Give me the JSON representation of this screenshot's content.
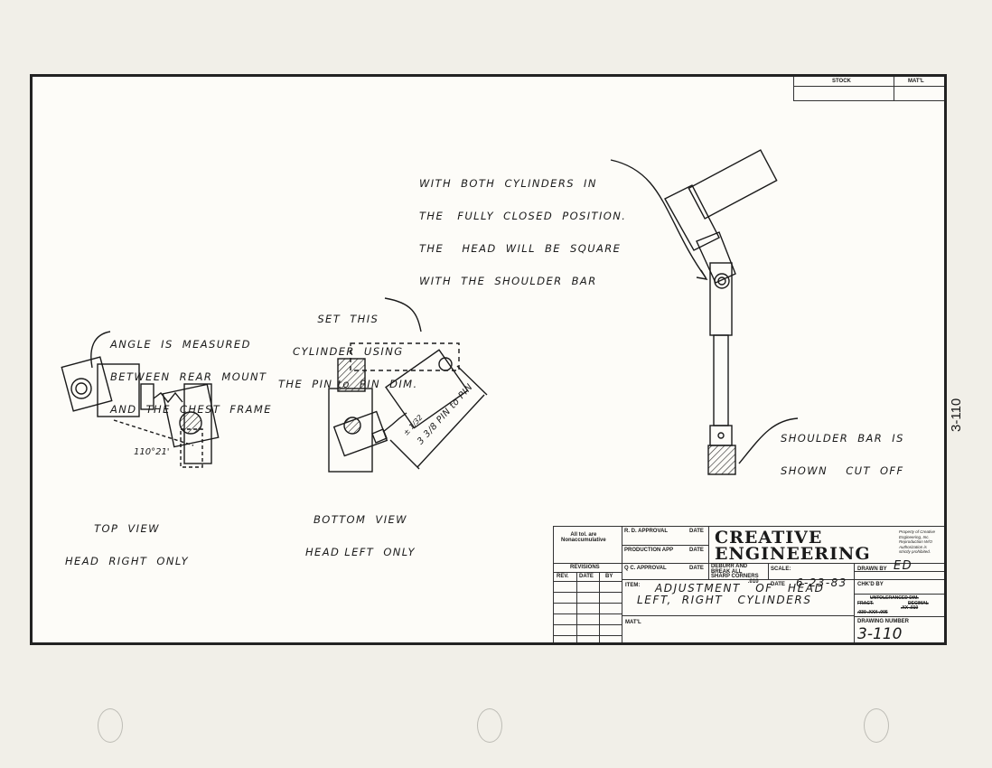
{
  "notes": {
    "closed_position": [
      "WITH  BOTH  CYLINDERS  IN",
      "THE   FULLY  CLOSED  POSITION.",
      "THE    HEAD  WILL  BE  SQUARE",
      "WITH  THE  SHOULDER  BAR"
    ],
    "set_cylinder": [
      "SET  THIS",
      "CYLINDER  USING",
      "THE  PIN to  PIN  DIM."
    ],
    "angle": [
      "ANGLE  IS  MEASURED",
      "BETWEEN  REAR  MOUNT",
      "AND  THE  CHEST  FRAME"
    ],
    "shoulder_bar": [
      "SHOULDER  BAR  IS",
      "SHOWN    CUT  OFF"
    ],
    "top_view": [
      "TOP  VIEW",
      "HEAD  RIGHT  ONLY"
    ],
    "bottom_view": [
      "BOTTOM  VIEW",
      "HEAD LEFT  ONLY"
    ],
    "angle_dim": "110°21'",
    "pin_dim": "3 3/8 PIN to PIN",
    "tolerance_dim": "± 1/32"
  },
  "stock_box": {
    "stock": "STOCK",
    "matl": "MAT'L"
  },
  "title_block": {
    "all_tol": [
      "All tol. are",
      "Nonaccumulative"
    ],
    "rd_approval": "R. D. APPROVAL",
    "date_label": "DATE",
    "production_app": "PRODUCTION APP",
    "qc_approval": "Q C. APPROVAL",
    "revisions": "REVISIONS",
    "rev": "REV.",
    "date": "DATE",
    "by": "BY",
    "logo_line1": "CREATIVE",
    "logo_line2": "ENGINEERING",
    "property_note": [
      "Property of Creative",
      "Engineering, Inc.",
      "Reproduction W/O",
      "Authorization is",
      "strictly prohibited."
    ],
    "deburr": [
      "DEBURR AND",
      "BREAK ALL",
      "SHARP CORNERS",
      ".010"
    ],
    "scale_label": "SCALE:",
    "date_field_label": "DATE",
    "date_value": "6-23-83",
    "drawn_by_label": "DRAWN BY",
    "drawn_by_value": "ED",
    "chkd_by_label": "CHK'D BY",
    "untol_dim": "UNTOLERANCED DIM.",
    "fract": "FRACT.",
    "decimal": "DECIMAL",
    "tol1": ".XX    .010",
    "tol2": ".030    .XXX    .005",
    "item_label": "ITEM:",
    "item_line1": "ADJUSTMENT   OF   HEAD",
    "item_line2": "LEFT,  RIGHT   CYLINDERS",
    "matl_label": "MAT'L",
    "drawing_number_label": "DRAWING NUMBER",
    "drawing_number": "3-110"
  },
  "side_label": "3-110"
}
